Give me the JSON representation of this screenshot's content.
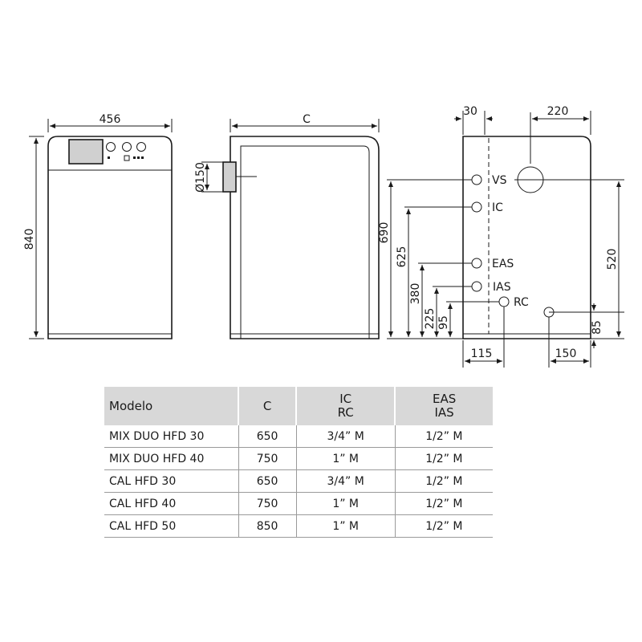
{
  "front_view": {
    "width_label": "456",
    "height_label": "840"
  },
  "side_view": {
    "depth_label": "C",
    "flue_label": "Ø150"
  },
  "rear_view": {
    "dims": {
      "top_left": "30",
      "top_right": "220",
      "d690": "690",
      "d625": "625",
      "d380": "380",
      "d225": "225",
      "d95": "95",
      "d520": "520",
      "d85": "85",
      "d115": "115",
      "d150": "150"
    },
    "connections": {
      "vs": "VS",
      "ic": "IC",
      "eas": "EAS",
      "ias": "IAS",
      "rc": "RC"
    }
  },
  "table": {
    "headers": {
      "modelo": "Modelo",
      "c": "C",
      "ic_rc": [
        "IC",
        "RC"
      ],
      "eas_ias": [
        "EAS",
        "IAS"
      ]
    },
    "rows": [
      {
        "model": "MIX DUO HFD 30",
        "c": "650",
        "ic_rc": "3/4” M",
        "eas_ias": "1/2” M"
      },
      {
        "model": "MIX DUO HFD 40",
        "c": "750",
        "ic_rc": "1” M",
        "eas_ias": "1/2” M"
      },
      {
        "model": "CAL HFD 30",
        "c": "650",
        "ic_rc": "3/4” M",
        "eas_ias": "1/2” M"
      },
      {
        "model": "CAL HFD 40",
        "c": "750",
        "ic_rc": "1” M",
        "eas_ias": "1/2” M"
      },
      {
        "model": "CAL HFD 50",
        "c": "850",
        "ic_rc": "1” M",
        "eas_ias": "1/2” M"
      }
    ]
  }
}
